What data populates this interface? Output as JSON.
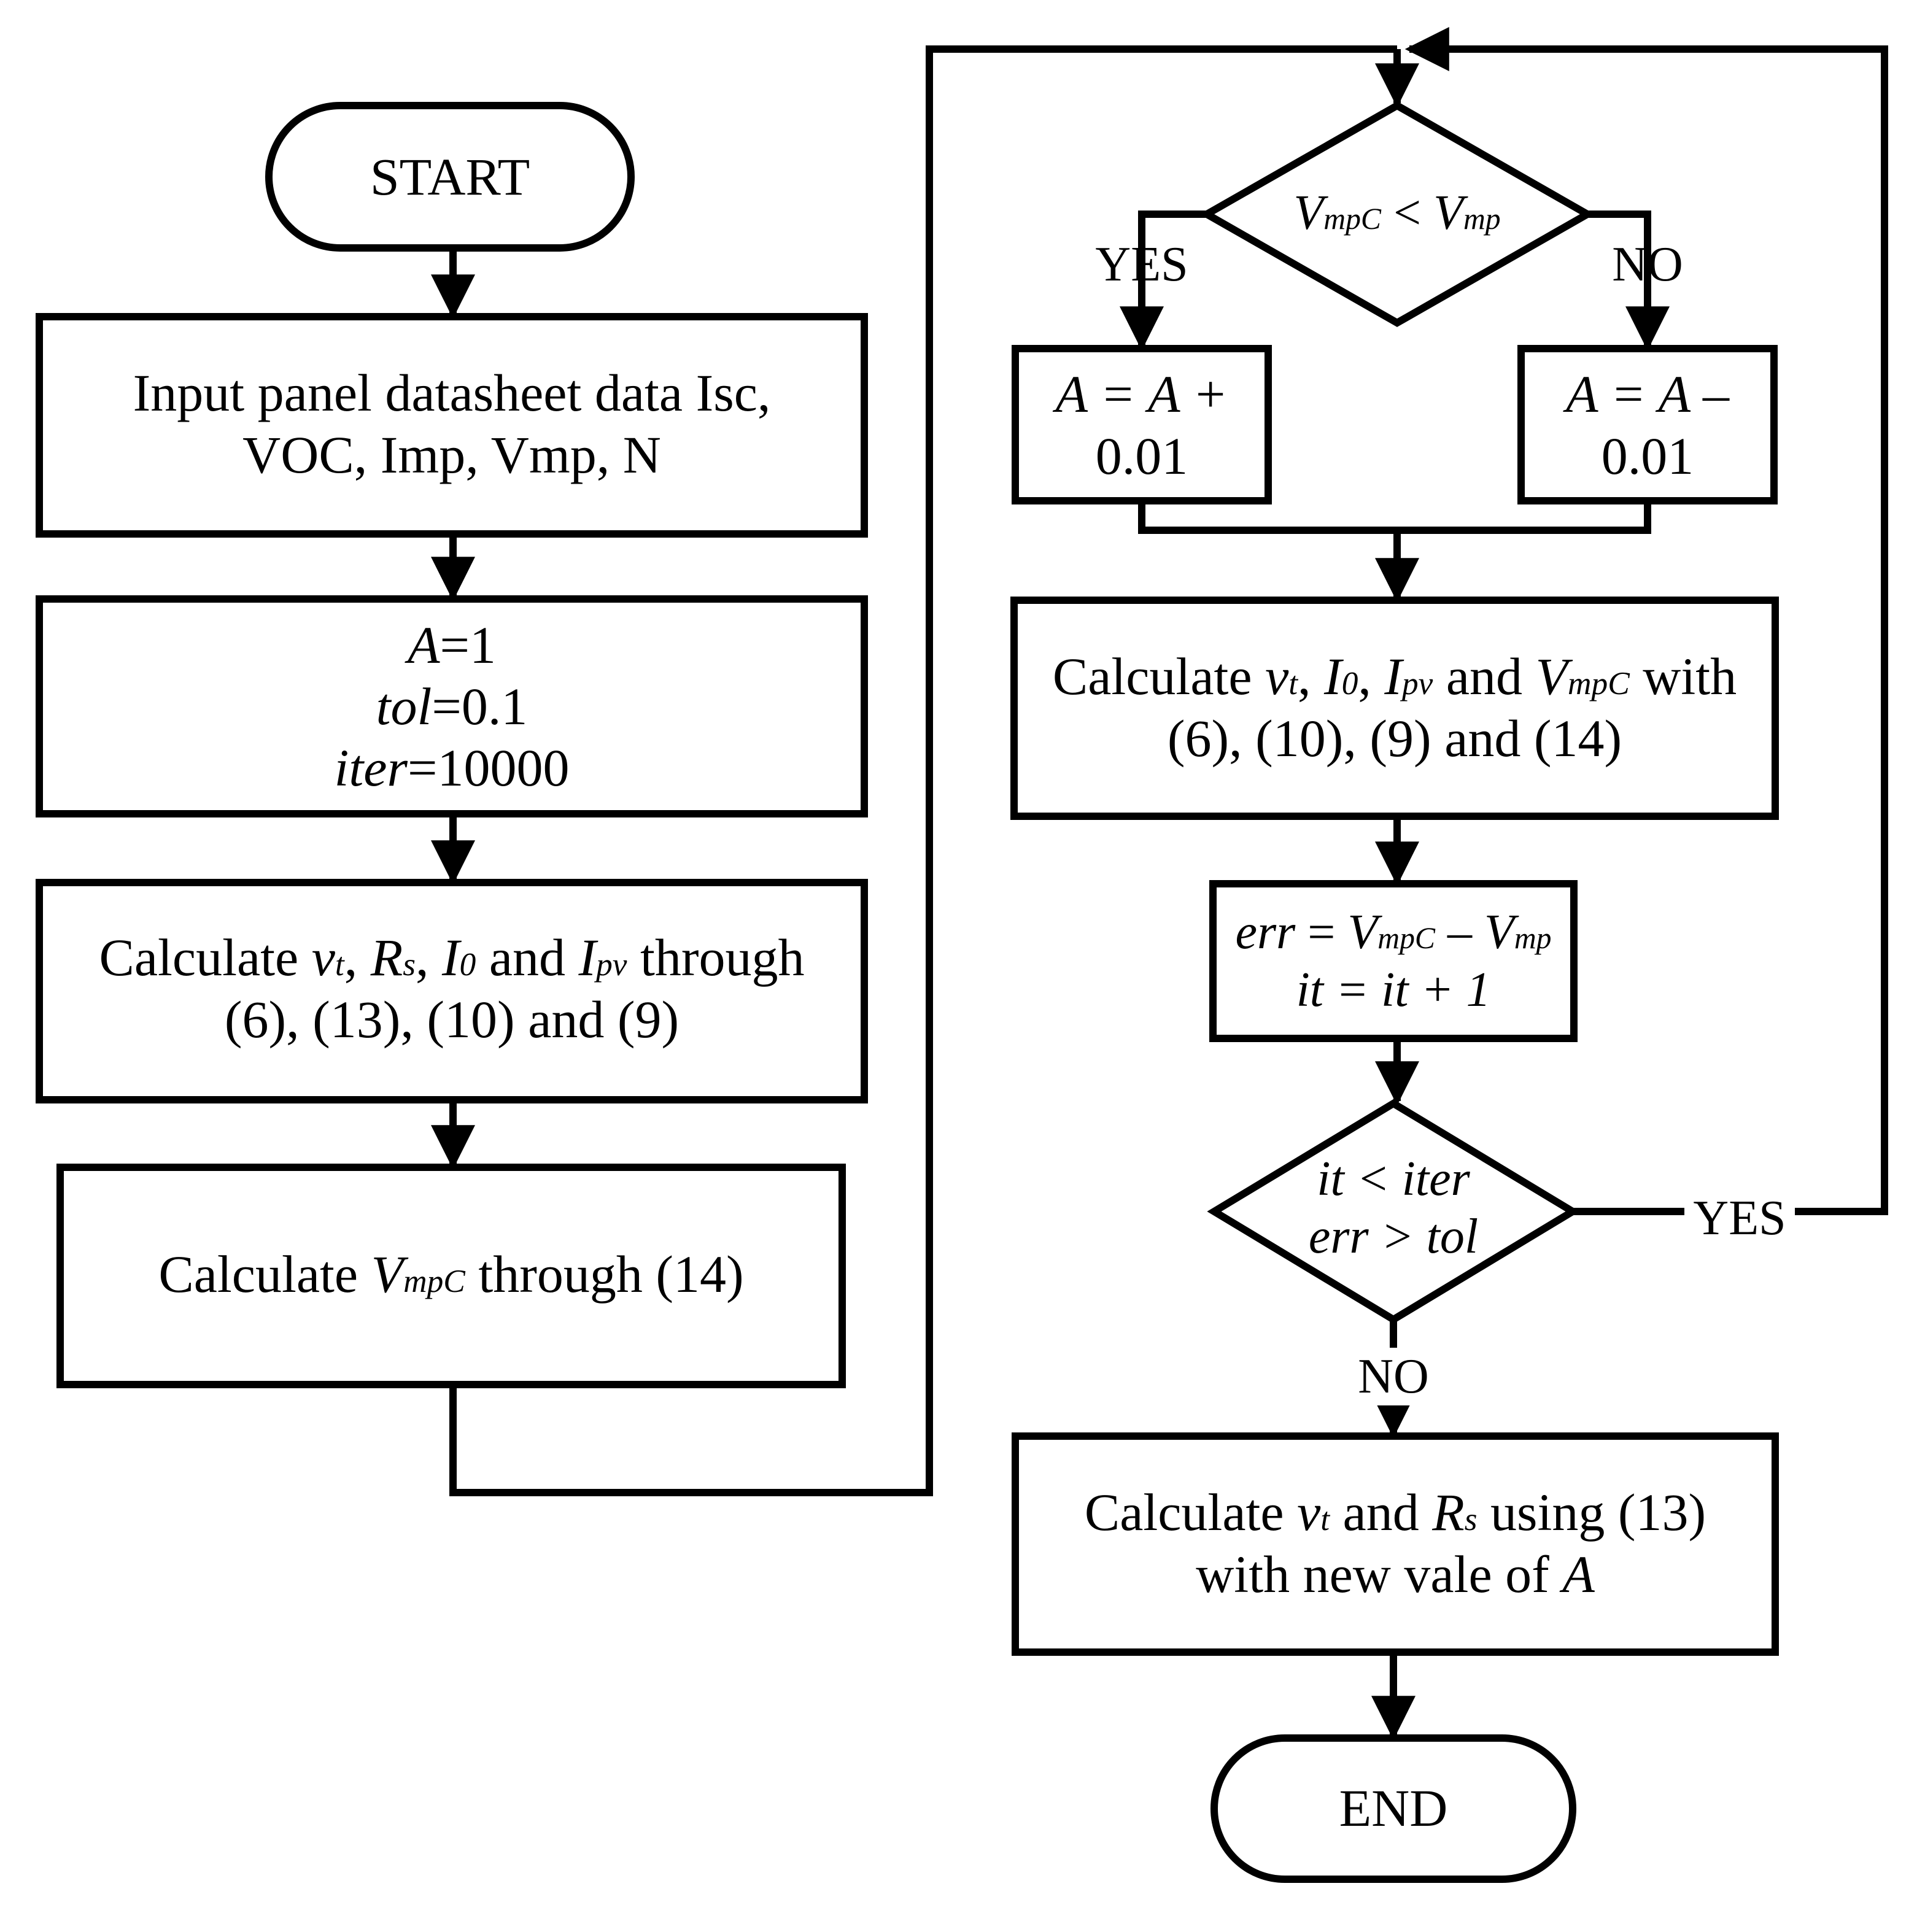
{
  "start_label": "START",
  "end_label": "END",
  "input_box": {
    "line1": "Input panel datasheet data Isc,",
    "line2": "VOC, Imp, Vmp, N"
  },
  "init_box": {
    "a_var": "A",
    "a_val": "=1",
    "tol_var": "tol",
    "tol_val": "=0.1",
    "iter_var": "iter",
    "iter_val": "=10000"
  },
  "calc1_box": {
    "word": "Calculate",
    "vt": "v",
    "vt_sub": "t",
    "rs": "R",
    "rs_sub": "s",
    "i0": "I",
    "i0_sub": "0",
    "and": "and",
    "ipv": "I",
    "ipv_sub": "pv",
    "through": "through",
    "line2": "(6), (13), (10) and (9)"
  },
  "calc2_box": {
    "word": "Calculate",
    "v": "V",
    "v_sub": "mpC",
    "tail": "through (14)"
  },
  "decision1": {
    "lhs": "V",
    "lhs_sub": "mpC",
    "op": "<",
    "rhs": "V",
    "rhs_sub": "mp"
  },
  "yes_label": "YES",
  "no_label": "NO",
  "inc_box": {
    "expr": "A = A +",
    "line2": "0.01"
  },
  "dec_box": {
    "expr": "A = A –",
    "line2": "0.01"
  },
  "calc3_box": {
    "word": "Calculate",
    "vt": "v",
    "vt_sub": "t",
    "i0": "I",
    "i0_sub": "0",
    "ipv": "I",
    "ipv_sub": "pv",
    "and": "and",
    "v": "V",
    "v_sub": "mpC",
    "with": "with",
    "line2": "(6), (10), (9) and (14)"
  },
  "err_box": {
    "err": "err",
    "eq": "=",
    "v1": "V",
    "v1_sub": "mpC",
    "minus": "–",
    "v2": "V",
    "v2_sub": "mp",
    "line2": "it = it + 1"
  },
  "decision2": {
    "line1": "it < iter",
    "line2": "err > tol"
  },
  "yes2_label": "YES",
  "no2_label": "NO",
  "final_box": {
    "word": "Calculate",
    "vt": "v",
    "vt_sub": "t",
    "and": "and",
    "rs": "R",
    "rs_sub": "s",
    "tail": "using (13)",
    "line2_pre": "with new vale of",
    "line2_var": "A"
  }
}
